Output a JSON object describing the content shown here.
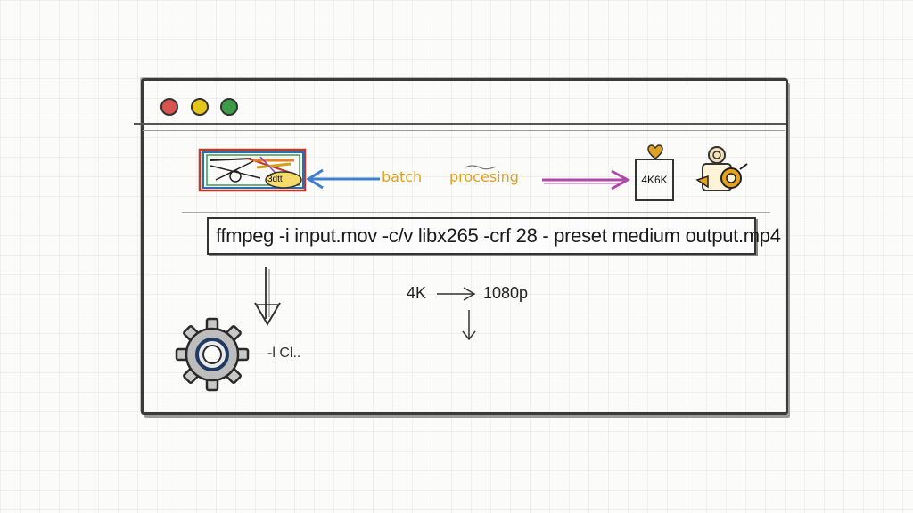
{
  "window": {
    "controls": {
      "close_color": "#d9534f",
      "minimize_color": "#e3c51b",
      "maximize_color": "#3e9b46"
    }
  },
  "flow": {
    "batch_label": "batch",
    "processing_label": "procesing",
    "source_thumbnail_badge": "3dtt",
    "output_label": "4K6K",
    "label_color": "#e0a020",
    "arrow_left_color": "#3f7fd1",
    "arrow_right_color": "#b04aa8"
  },
  "command": {
    "text": "ffmpeg -i input.mov -c/v libx265 -crf 28 - preset medium output.mp4"
  },
  "conversion": {
    "from": "4K",
    "to": "1080p"
  },
  "settings": {
    "label": "-l Cl.."
  }
}
